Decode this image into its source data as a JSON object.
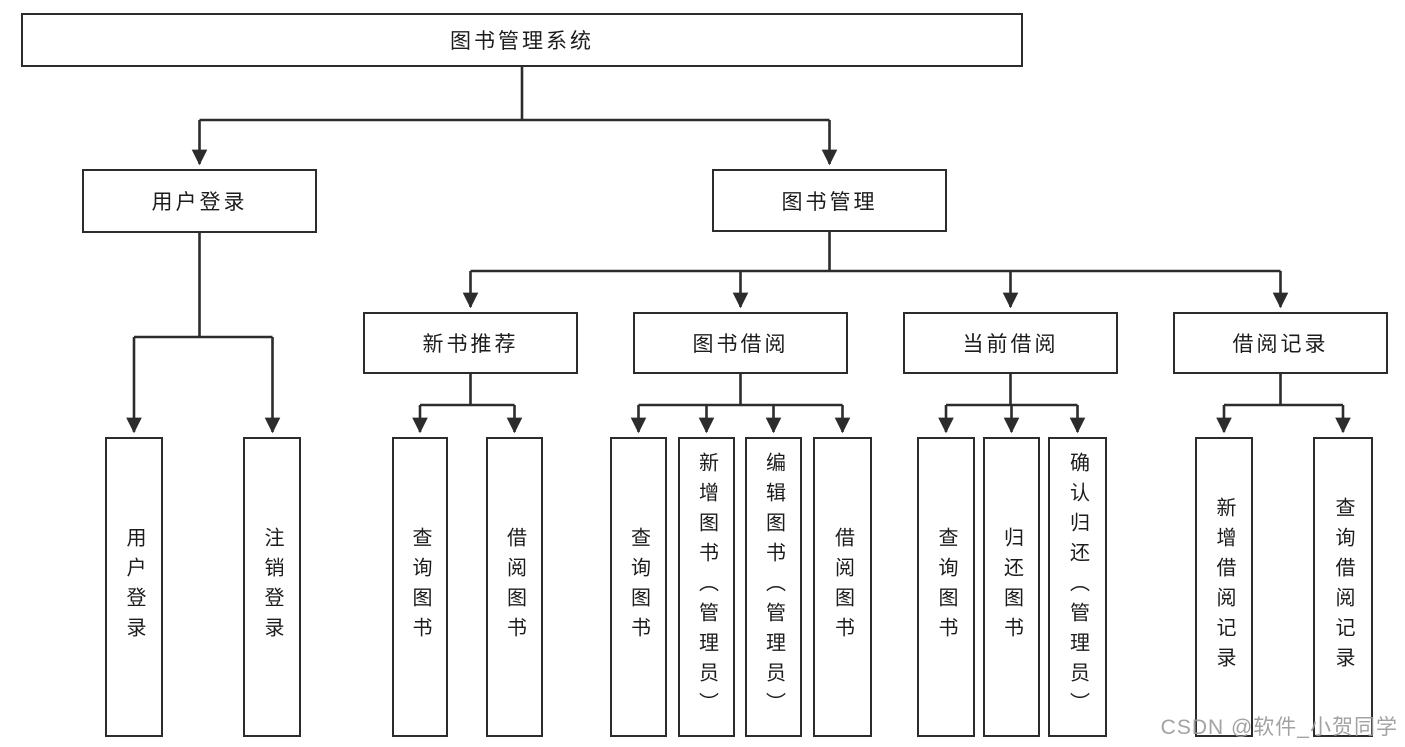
{
  "diagram": {
    "root": "图书管理系统",
    "branches": [
      {
        "label": "用户登录",
        "children": [
          "用户登录",
          "注销登录"
        ]
      },
      {
        "label": "图书管理",
        "sections": [
          {
            "label": "新书推荐",
            "children": [
              "查询图书",
              "借阅图书"
            ]
          },
          {
            "label": "图书借阅",
            "children": [
              "查询图书",
              "新增图书（管理员）",
              "编辑图书（管理员）",
              "借阅图书"
            ]
          },
          {
            "label": "当前借阅",
            "children": [
              "查询图书",
              "归还图书",
              "确认归还（管理员）"
            ]
          },
          {
            "label": "借阅记录",
            "children": [
              "新增借阅记录",
              "查询借阅记录"
            ]
          }
        ]
      }
    ]
  },
  "watermark": "CSDN @软件_小贺同学",
  "colors": {
    "line": "#2c2c2c",
    "text": "#1c1c1c",
    "background": "#ffffff",
    "watermark": "#9a9a9a"
  }
}
